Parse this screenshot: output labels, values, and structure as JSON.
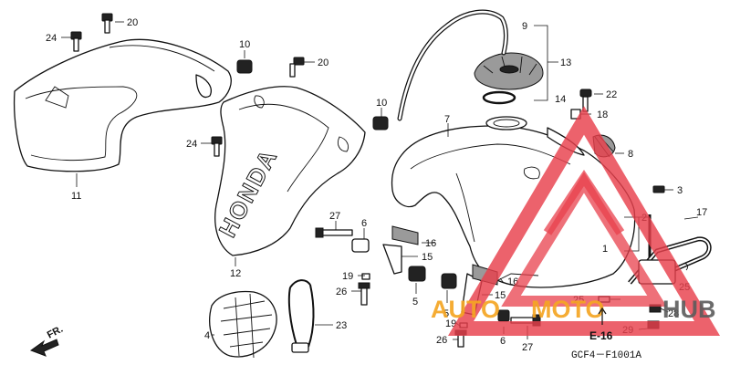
{
  "callouts": [
    "20",
    "24",
    "10",
    "20",
    "9",
    "13",
    "14",
    "10",
    "22",
    "18",
    "7",
    "8",
    "24",
    "11",
    "3",
    "27",
    "6",
    "16",
    "15",
    "2",
    "17",
    "12",
    "19",
    "26",
    "5",
    "5",
    "15",
    "16",
    "1",
    "25",
    "25",
    "28",
    "4",
    "23",
    "19",
    "6",
    "26",
    "27",
    "29"
  ],
  "section_ref": "E-16",
  "diagram_code": "GCF4－F1001A",
  "orientation_label": "FR.",
  "tank_brand_text": "HONDA",
  "watermark": {
    "text_auto": "AUTO",
    "text_moto": "MOTO",
    "text_hub": "HUB",
    "brand": "AutoMotoHub"
  },
  "colors": {
    "watermark_red": "#e8404c",
    "watermark_orange": "#f5a623",
    "watermark_gray": "#5c5c5c",
    "line": "#111111"
  }
}
